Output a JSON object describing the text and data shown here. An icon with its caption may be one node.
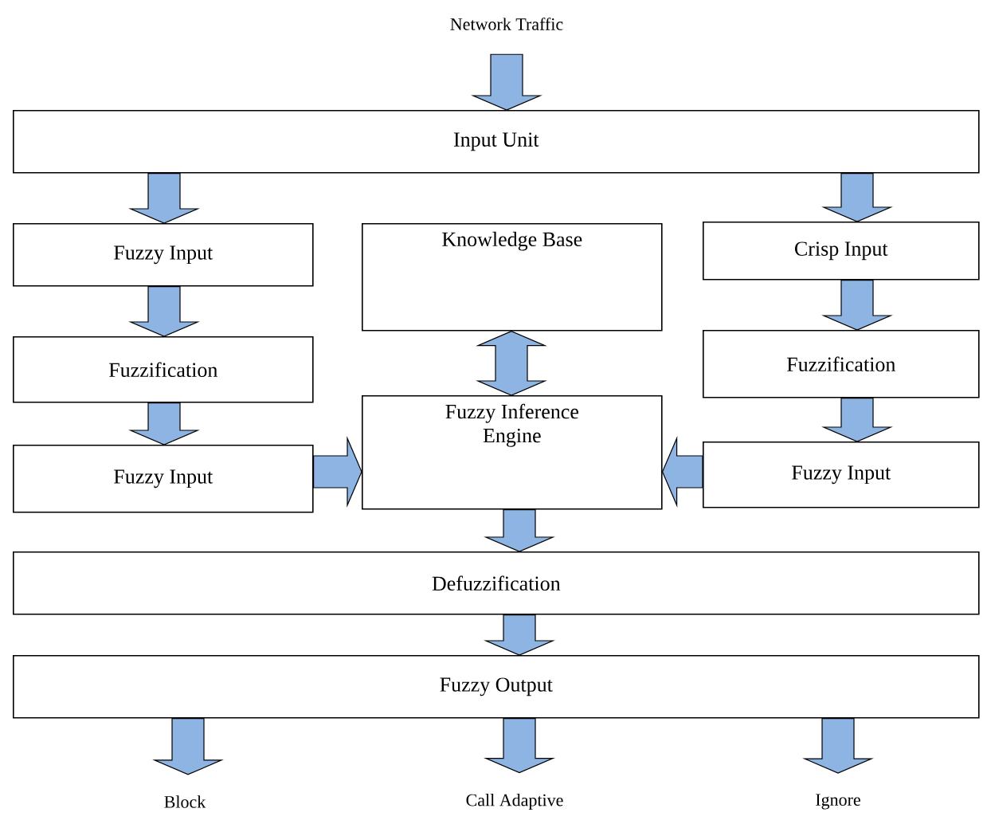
{
  "diagram": {
    "nodes": [
      {
        "text": [
          "Network Traffic"
        ]
      },
      {
        "text": [
          "Input Unit"
        ]
      },
      {
        "text": [
          "Fuzzy Input"
        ]
      },
      {
        "text": [
          "Fuzzification"
        ]
      },
      {
        "text": [
          "Fuzzy Input"
        ]
      },
      {
        "text": [
          "Knowledge Base"
        ]
      },
      {
        "text": [
          "Fuzzy Inference Engine"
        ]
      },
      {
        "text": [
          "Crisp Input"
        ]
      },
      {
        "text": [
          "Fuzzification"
        ]
      },
      {
        "text": [
          "Fuzzy Input"
        ]
      },
      {
        "text": [
          "Defuzzification"
        ]
      },
      {
        "text": [
          "Fuzzy Output"
        ]
      },
      {
        "text": [
          "Block"
        ]
      },
      {
        "text": [
          "Call Adaptive"
        ]
      },
      {
        "text": [
          "Ignore"
        ]
      }
    ],
    "edges": [
      {
        "from": 0,
        "to": 1,
        "arrow": "to"
      },
      {
        "from": 1,
        "to": 2,
        "arrow": "to"
      },
      {
        "from": 1,
        "to": 7,
        "arrow": "to"
      },
      {
        "from": 2,
        "to": 3,
        "arrow": "to"
      },
      {
        "from": 3,
        "to": 4,
        "arrow": "to"
      },
      {
        "from": 5,
        "to": 6,
        "arrow": "both"
      },
      {
        "from": 7,
        "to": 8,
        "arrow": "to"
      },
      {
        "from": 8,
        "to": 9,
        "arrow": "to"
      },
      {
        "from": 4,
        "to": 6,
        "arrow": "to"
      },
      {
        "from": 9,
        "to": 6,
        "arrow": "to"
      },
      {
        "from": 6,
        "to": 10,
        "arrow": "to"
      },
      {
        "from": 10,
        "to": 11,
        "arrow": "to"
      },
      {
        "from": 11,
        "to": 12,
        "arrow": "to"
      },
      {
        "from": 11,
        "to": 13,
        "arrow": "to"
      },
      {
        "from": 11,
        "to": 14,
        "arrow": "to"
      }
    ]
  }
}
